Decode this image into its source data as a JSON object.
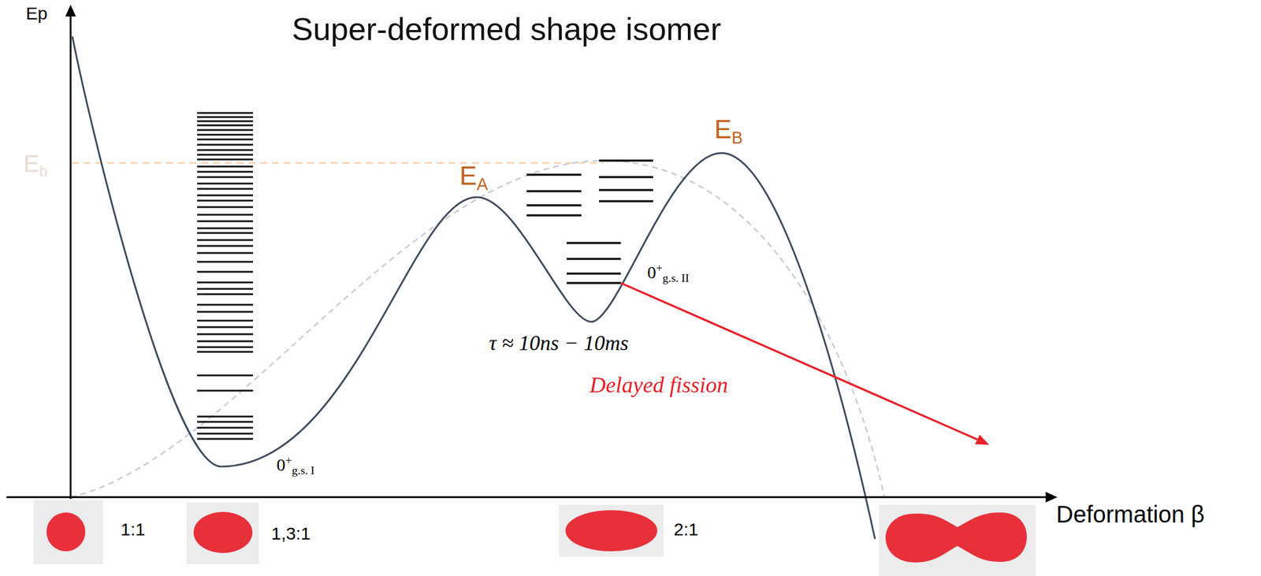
{
  "diagram": {
    "title": "Super-deformed shape isomer",
    "labels": [
      "Ep",
      "Eb",
      "EA",
      "EB",
      "0+g.s. I",
      "0+g.s. II",
      "τ ≈ 10ns − 10ms",
      "Delayed fission",
      "Deformation β",
      "1:1",
      "1,3:1",
      "2:1"
    ]
  }
}
